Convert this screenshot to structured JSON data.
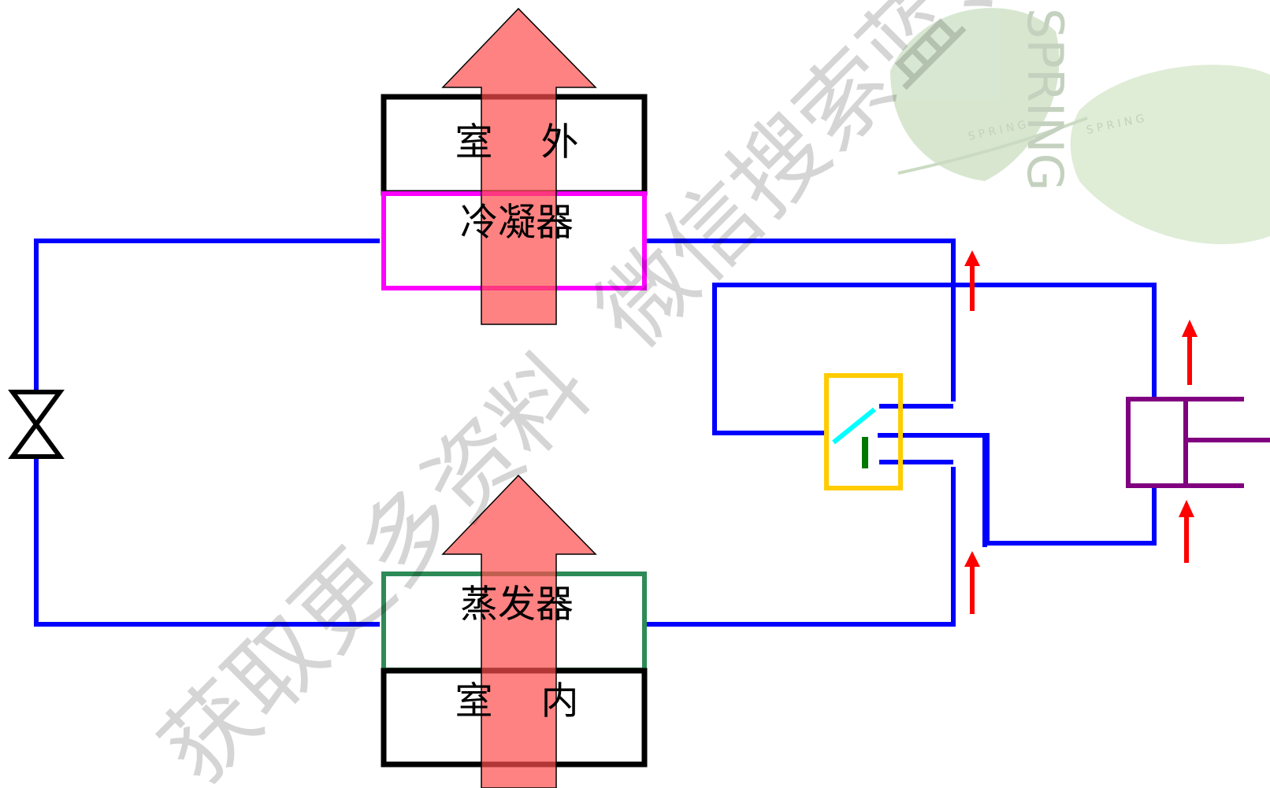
{
  "labels": {
    "outdoor": "室    外",
    "condenser": "冷凝器",
    "evaporator": "蒸发器",
    "indoor": "室    内"
  },
  "watermark": "获取更多资料  微信搜索蓝领星",
  "decoration": {
    "vertical": "SPRING",
    "small": "S P R I N G"
  },
  "colors": {
    "pipe": "#0000ff",
    "condenser": "#ff00ff",
    "evaporator": "#2e8b57",
    "box": "#000000",
    "airflow_arrow": "#ff6666",
    "flow_arrow": "#ff0000",
    "valve_body": "#ffcc00",
    "valve_slider": "#00ffff",
    "valve_mark": "#007700",
    "actuator": "#800080"
  }
}
